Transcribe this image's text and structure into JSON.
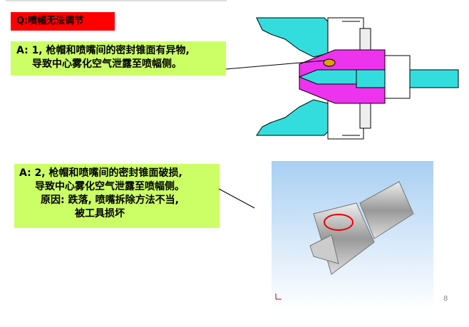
{
  "question": "Q:喷幅无法调节",
  "answer1": {
    "line1": "A: 1, 枪帽和喷嘴间的密封锥面有异物,",
    "line2": "导致中心雾化空气泄露至喷幅侧。"
  },
  "answer2": {
    "line1": "A: 2, 枪帽和喷嘴间的密封锥面破损,",
    "line2": "导致中心雾化空气泄露至喷幅侧。",
    "line3": "原因: 跌落, 喷嘴拆除方法不当,",
    "line4": "被工具损坏"
  },
  "page_number": "8",
  "colors": {
    "question_bg": "#ff0000",
    "answer_bg": "#ccff66"
  }
}
